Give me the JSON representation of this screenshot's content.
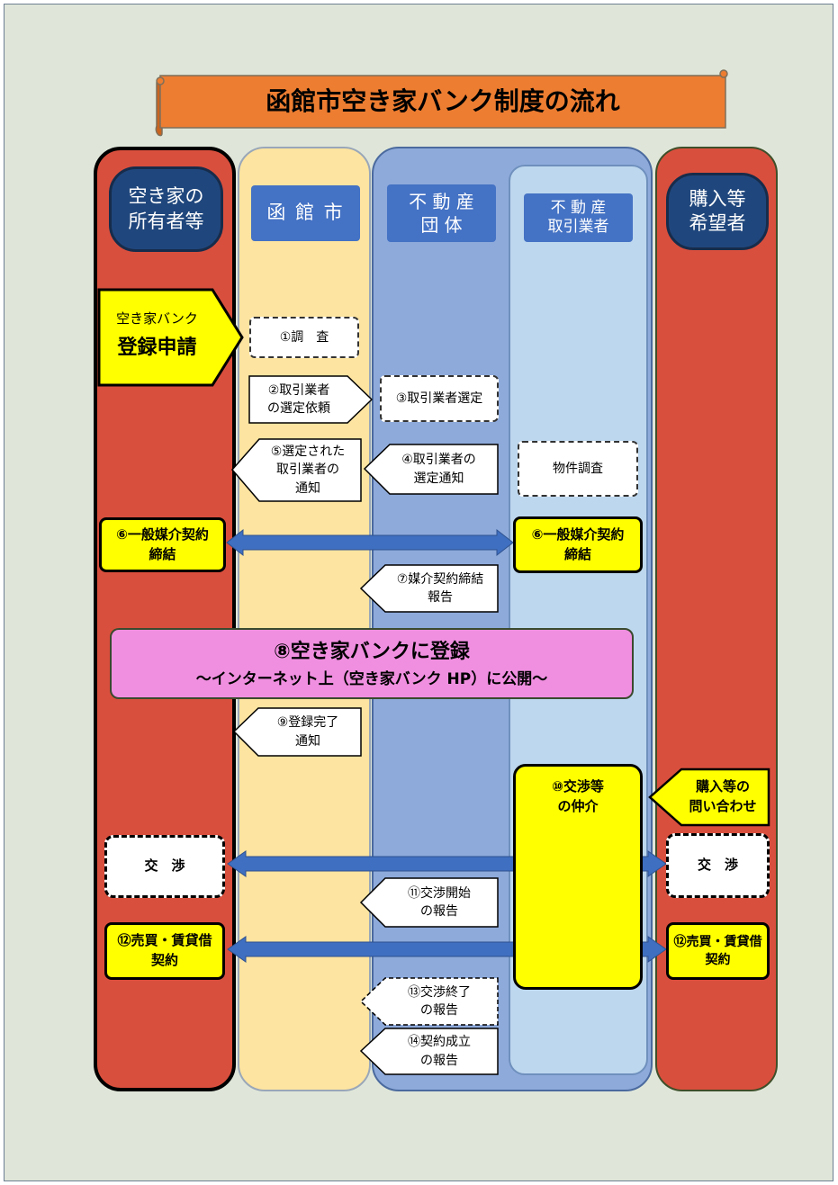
{
  "title": "函館市空き家バンク制度の流れ",
  "lanes": {
    "owner": "空き家の\n所有者等",
    "city": "函 館 市",
    "assoc": "不 動 産\n団 体",
    "agent": "不 動 産\n取引業者",
    "buyer": "購入等\n希望者"
  },
  "steps": {
    "register_small": "空き家バンク",
    "register_big": "登録申請",
    "s1": "①調　査",
    "s2": "②取引業者\nの選定依頼",
    "s3": "③取引業者選定",
    "s4": "④取引業者の\n選定通知",
    "s5": "⑤選定された\n取引業者の\n通知",
    "survey": "物件調査",
    "s6_owner": "⑥一般媒介契約\n締結",
    "s6_agent": "⑥一般媒介契約\n締結",
    "s7": "⑦媒介契約締結\n報告",
    "s8_title": "⑧空き家バンクに登録",
    "s8_sub": "～インターネット上（空き家バンク HP）に公開～",
    "s9": "⑨登録完了\n通知",
    "s10": "⑩交渉等\nの仲介",
    "inquiry": "購入等の\n問い合わせ",
    "nego_owner": "交　渉",
    "nego_buyer": "交　渉",
    "s11": "⑪交渉開始\nの報告",
    "s12_owner": "⑫売買・賃貸借\n契約",
    "s12_buyer": "⑫売買・賃貸借\n契約",
    "s13": "⑬交渉終了\nの報告",
    "s14": "⑭契約成立\nの報告"
  },
  "colors": {
    "background": "#dfe6d9",
    "banner": "#ed7d31",
    "owner_lane": "#d94f3d",
    "city_lane": "#fde4a0",
    "assoc_lane": "#8eaadb",
    "agent_lane": "#bdd7ee",
    "header_pill": "#20477d",
    "header_square": "#4472c4",
    "highlight": "#ffff00",
    "registration": "#f08fe0",
    "arrow": "#3f6fc0"
  }
}
